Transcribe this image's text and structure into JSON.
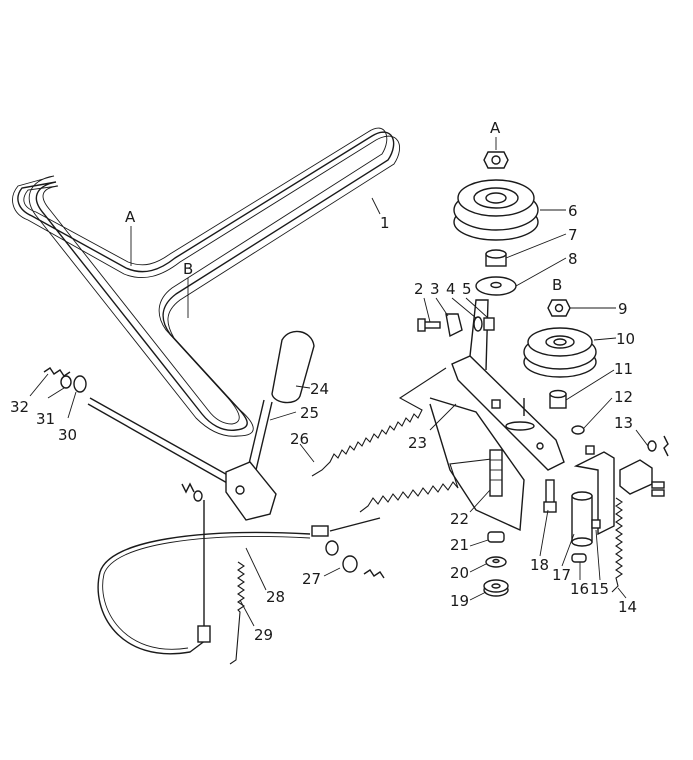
{
  "callouts": [
    {
      "id": "c1",
      "text": "1"
    },
    {
      "id": "c2",
      "text": "2"
    },
    {
      "id": "c3",
      "text": "3"
    },
    {
      "id": "c4",
      "text": "4"
    },
    {
      "id": "c5",
      "text": "5"
    },
    {
      "id": "c6",
      "text": "6"
    },
    {
      "id": "c7",
      "text": "7"
    },
    {
      "id": "c8",
      "text": "8"
    },
    {
      "id": "c9",
      "text": "9"
    },
    {
      "id": "c10",
      "text": "10"
    },
    {
      "id": "c11",
      "text": "11"
    },
    {
      "id": "c12",
      "text": "12"
    },
    {
      "id": "c13",
      "text": "13"
    },
    {
      "id": "c14",
      "text": "14"
    },
    {
      "id": "c15",
      "text": "15"
    },
    {
      "id": "c16",
      "text": "16"
    },
    {
      "id": "c17",
      "text": "17"
    },
    {
      "id": "c18",
      "text": "18"
    },
    {
      "id": "c19",
      "text": "19"
    },
    {
      "id": "c20",
      "text": "20"
    },
    {
      "id": "c21",
      "text": "21"
    },
    {
      "id": "c22",
      "text": "22"
    },
    {
      "id": "c23",
      "text": "23"
    },
    {
      "id": "c24",
      "text": "24"
    },
    {
      "id": "c25",
      "text": "25"
    },
    {
      "id": "c26",
      "text": "26"
    },
    {
      "id": "c27",
      "text": "27"
    },
    {
      "id": "c28",
      "text": "28"
    },
    {
      "id": "c29",
      "text": "29"
    },
    {
      "id": "c30",
      "text": "30"
    },
    {
      "id": "c31",
      "text": "31"
    },
    {
      "id": "c32",
      "text": "32"
    }
  ],
  "belt_labels": {
    "a": "A",
    "b": "B"
  },
  "pulley_labels": {
    "a": "A",
    "b": "B"
  }
}
